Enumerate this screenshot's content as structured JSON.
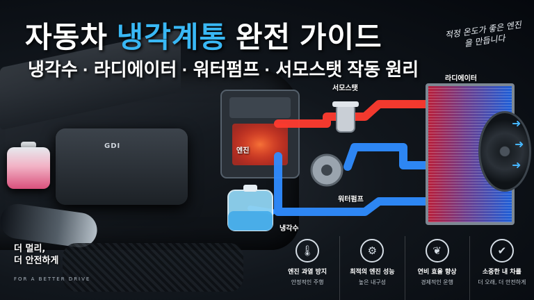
{
  "header": {
    "title_prefix": "자동차",
    "title_accent": "냉각계통",
    "title_suffix": "완전 가이드",
    "subtitle": "냉각수 · 라디에이터 · 워터펌프 · 서모스탯 작동 원리",
    "handwritten_note": "적정 온도가 좋은 엔진을 만듭니다"
  },
  "engine_badge": "GDI",
  "diagram": {
    "labels": {
      "engine": "엔진",
      "thermostat": "서모스탯",
      "radiator": "라디에이터",
      "water_pump": "워터펌프",
      "coolant": "냉각수"
    },
    "colors": {
      "hot": "#ff3b2f",
      "cold": "#2f8cff"
    }
  },
  "tagline": {
    "line1": "더 멀리,",
    "line2": "더 안전하게",
    "english": "FOR A BETTER DRIVE"
  },
  "features": [
    {
      "icon": "thermometer-icon",
      "title": "엔진 과열 방지",
      "subtitle": "안정적인 주행"
    },
    {
      "icon": "gear-icon",
      "title": "최적의 엔진 성능",
      "subtitle": "높은 내구성"
    },
    {
      "icon": "leaf-icon",
      "title": "연비 효율 향상",
      "subtitle": "경제적인 운행"
    },
    {
      "icon": "shield-check-icon",
      "title": "소중한 내 차를",
      "subtitle": "더 오래, 더 안전하게"
    }
  ]
}
